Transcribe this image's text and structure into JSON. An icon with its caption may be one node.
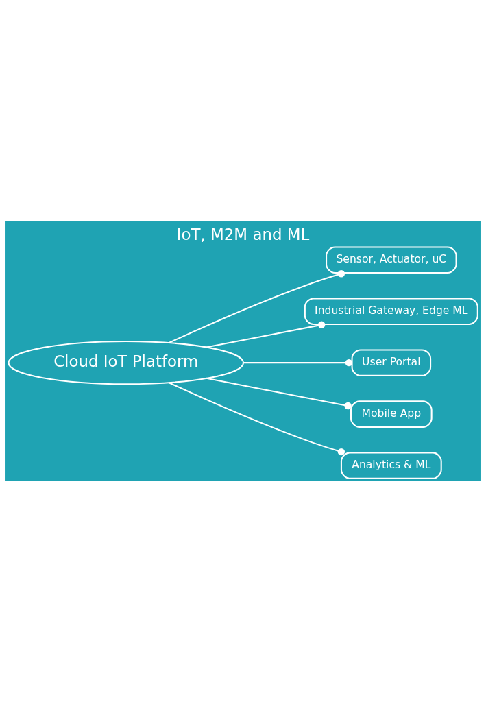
{
  "diagram": {
    "title": "IoT, M2M and ML",
    "nodes": [
      {
        "text": [
          "Cloud IoT Platform"
        ]
      },
      {
        "text": [
          "Sensor, Actuator, uC"
        ]
      },
      {
        "text": [
          "Industrial Gateway, Edge ML"
        ]
      },
      {
        "text": [
          "User Portal"
        ]
      },
      {
        "text": [
          "Mobile App"
        ]
      },
      {
        "text": [
          "Analytics & ML"
        ]
      }
    ],
    "edges": [
      {
        "from": 0,
        "to": 1,
        "arrow": "other"
      },
      {
        "from": 0,
        "to": 2,
        "arrow": "other"
      },
      {
        "from": 0,
        "to": 3,
        "arrow": "other"
      },
      {
        "from": 0,
        "to": 4,
        "arrow": "other"
      },
      {
        "from": 0,
        "to": 5,
        "arrow": "other"
      }
    ]
  }
}
